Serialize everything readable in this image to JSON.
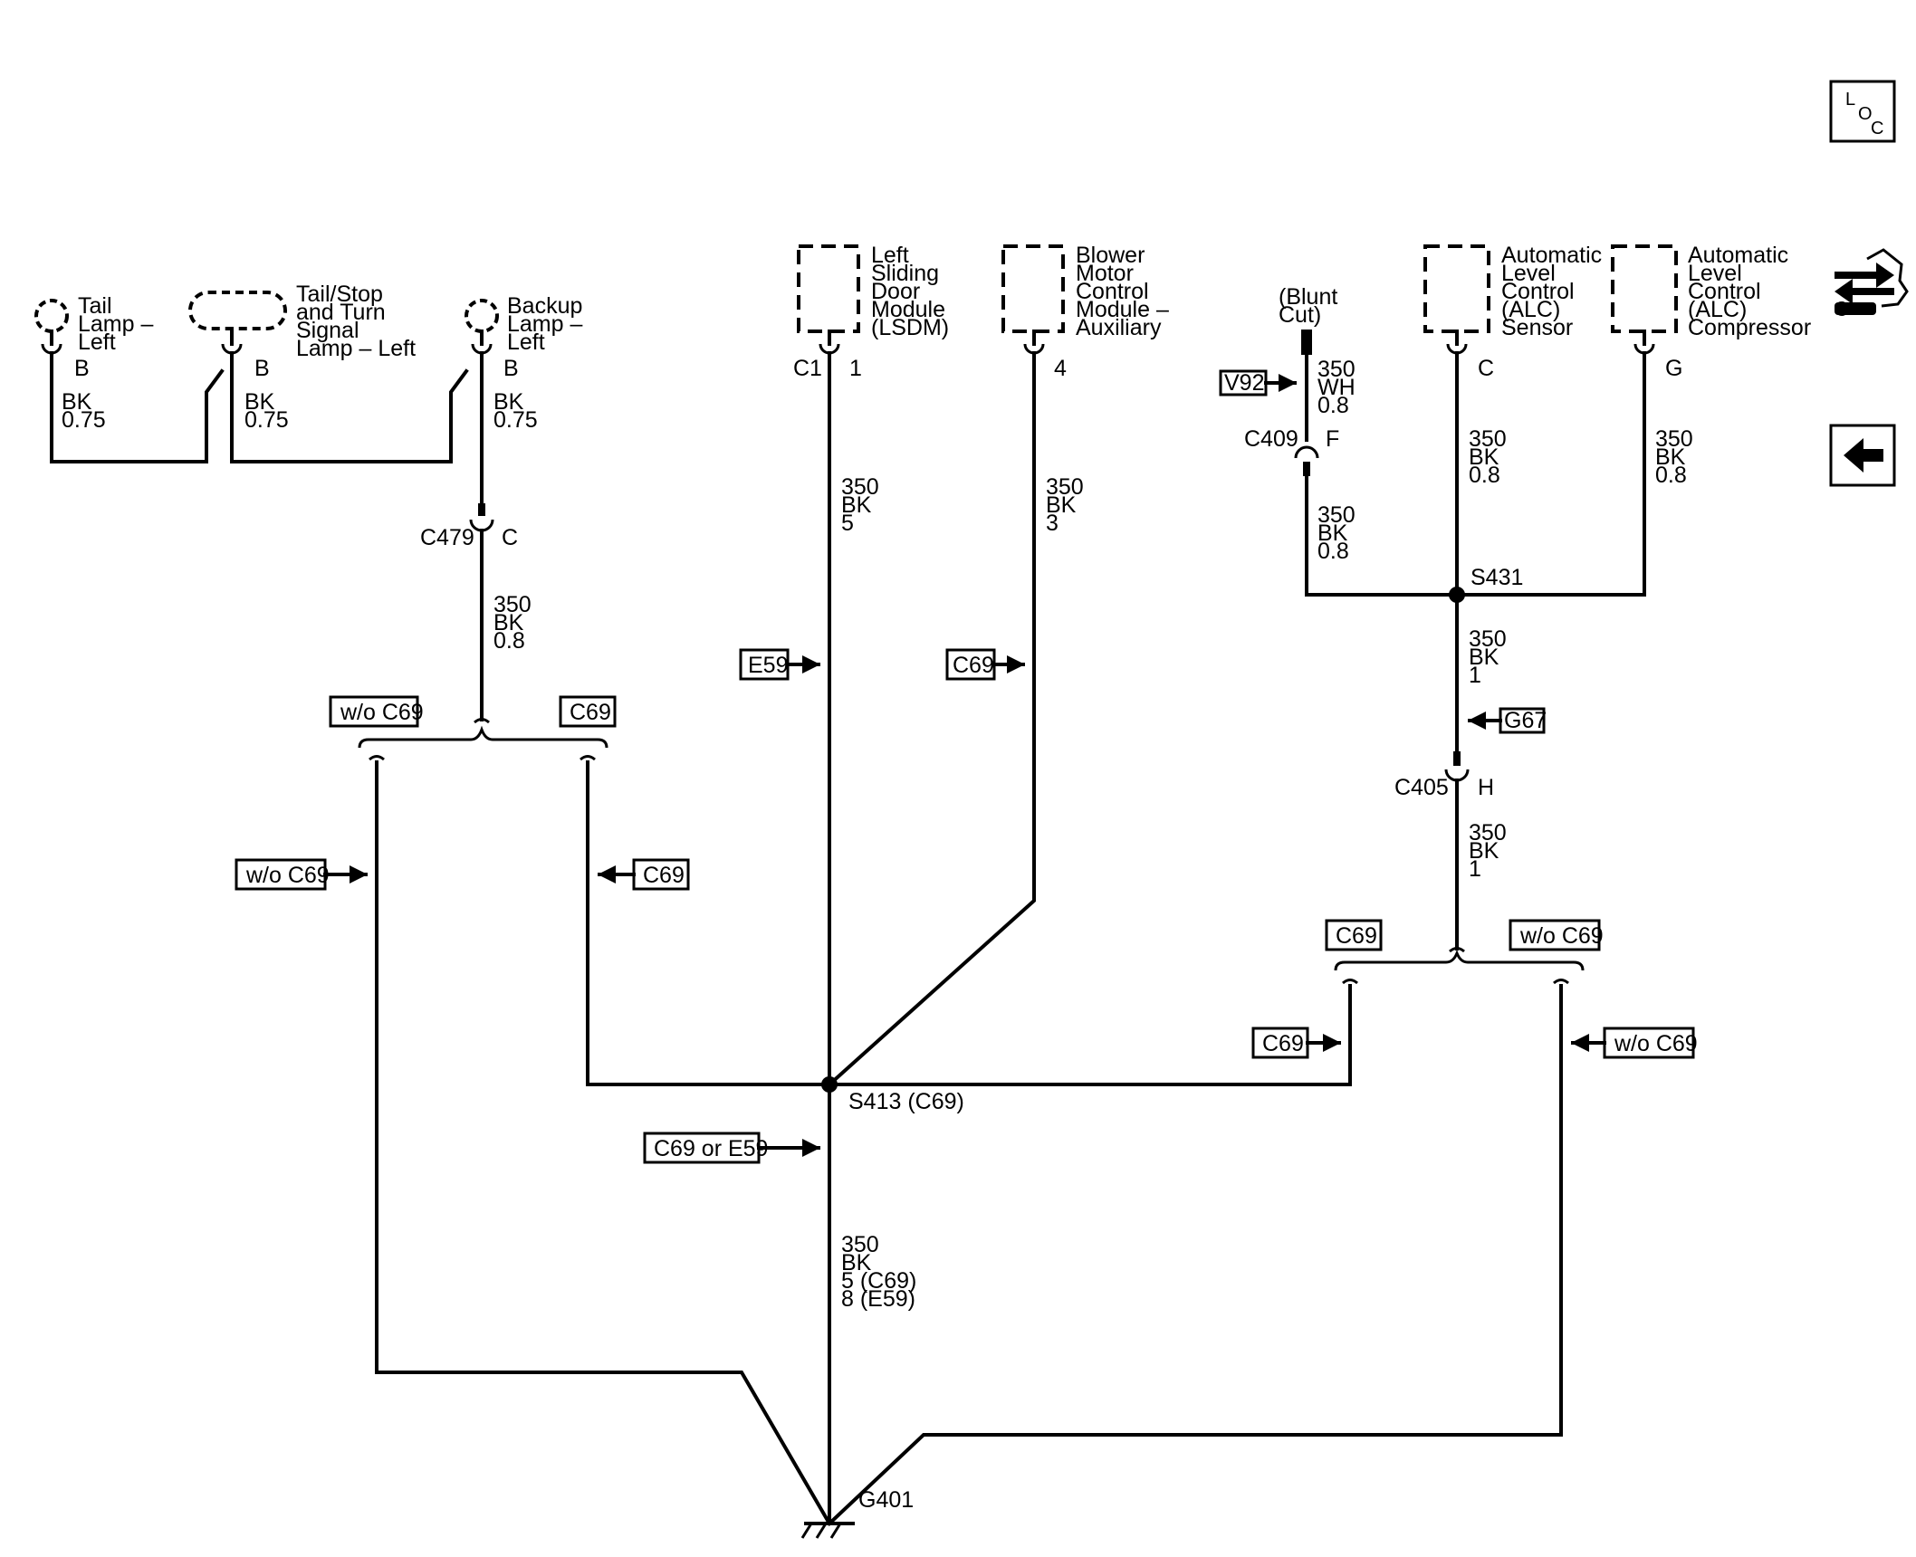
{
  "components": {
    "tail_lamp": [
      "Tail",
      "Lamp –",
      "Left"
    ],
    "tail_stop_lamp": [
      "Tail/Stop",
      "and Turn",
      "Signal",
      "Lamp – Left"
    ],
    "backup_lamp": [
      "Backup",
      "Lamp –",
      "Left"
    ],
    "lsdm": [
      "Left",
      "Sliding",
      "Door",
      "Module",
      "(LSDM)"
    ],
    "blower": [
      "Blower",
      "Motor",
      "Control",
      "Module –",
      "Auxiliary"
    ],
    "blunt_cut": [
      "(Blunt",
      "Cut)"
    ],
    "alc_sensor": [
      "Automatic",
      "Level",
      "Control",
      "(ALC)",
      "Sensor"
    ],
    "alc_compressor": [
      "Automatic",
      "Level",
      "Control",
      "(ALC)",
      "Compressor"
    ]
  },
  "pins": {
    "tail_lamp": "B",
    "tail_stop": "B",
    "backup": "B",
    "lsdm_conn": "C1",
    "lsdm": "1",
    "blower": "4",
    "c409_name": "C409",
    "c409": "F",
    "alc_sensor": "C",
    "alc_compressor": "G",
    "c479_name": "C479",
    "c479": "C",
    "c405_name": "C405",
    "c405": "H"
  },
  "wires": {
    "tail_lamp": [
      "BK",
      "0.75"
    ],
    "tail_stop": [
      "BK",
      "0.75"
    ],
    "backup": [
      "BK",
      "0.75"
    ],
    "c479_down": [
      "350",
      "BK",
      "0.8"
    ],
    "lsdm": [
      "350",
      "BK",
      "5"
    ],
    "blower": [
      "350",
      "BK",
      "3"
    ],
    "blunt": [
      "350",
      "WH",
      "0.8"
    ],
    "c409_down": [
      "350",
      "BK",
      "0.8"
    ],
    "alc_sensor": [
      "350",
      "BK",
      "0.8"
    ],
    "alc_compressor": [
      "350",
      "BK",
      "0.8"
    ],
    "s431_down": [
      "350",
      "BK",
      "1"
    ],
    "c405_down": [
      "350",
      "BK",
      "1"
    ],
    "ground": [
      "350",
      "BK",
      "5 (C69)",
      "8 (E59)"
    ]
  },
  "splices": {
    "s413": "S413 (C69)",
    "s431": "S431"
  },
  "ground": "G401",
  "options": {
    "wo_c69_left_box": "w/o C69",
    "c69_left_box": "C69",
    "wo_c69_left_arrow": "w/o C69",
    "c69_left_arrow": "C69",
    "e59": "E59",
    "c69_blower": "C69",
    "c69_or_e59": "C69 or E59",
    "v92": "V92",
    "g67": "G67",
    "c69_right_box": "C69",
    "wo_c69_right_box": "w/o C69",
    "c69_right_arrow": "C69",
    "wo_c69_right_arrow": "w/o C69"
  },
  "nav": {
    "loc": [
      "L",
      "O",
      "C"
    ]
  },
  "icons": {
    "loc": "loc-icon",
    "connector": "connector-icon",
    "back": "back-arrow-icon"
  }
}
